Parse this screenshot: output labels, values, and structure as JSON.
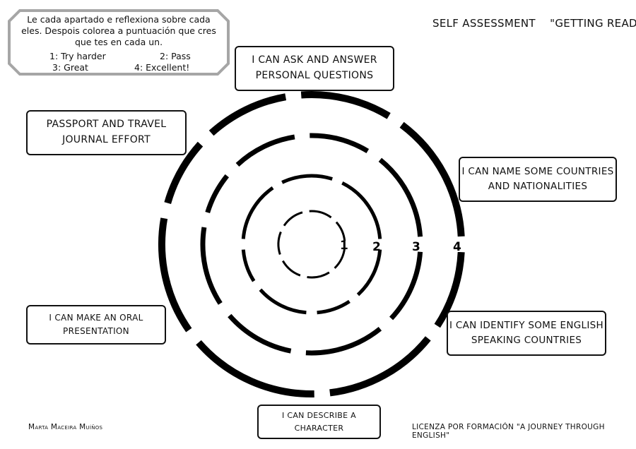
{
  "title": "SELF ASSESSMENT    \"GETTING READY\"",
  "instructions": {
    "lines": [
      "Le cada apartado e reflexiona sobre cada",
      "eles. Despois colorea a  puntuación que cres",
      "que tes en cada un."
    ],
    "scale": [
      {
        "label": "1: Try harder"
      },
      {
        "label": "2: Pass"
      },
      {
        "label": "3: Great"
      },
      {
        "label": "4: Excellent!"
      }
    ]
  },
  "categories": {
    "personal_questions": [
      "I CAN ASK AND ANSWER",
      "PERSONAL QUESTIONS"
    ],
    "passport": [
      "PASSPORT AND TRAVEL",
      "JOURNAL EFFORT"
    ],
    "countries": [
      "I CAN NAME SOME COUNTRIES",
      "AND NATIONALITIES"
    ],
    "english_speaking": [
      "I CAN IDENTIFY SOME ENGLISH",
      "SPEAKING COUNTRIES"
    ],
    "presentation": [
      "I CAN MAKE AN ORAL",
      "PRESENTATION"
    ],
    "character": [
      "I CAN DESCRIBE A",
      "CHARACTER"
    ]
  },
  "rings": [
    "1",
    "2",
    "3",
    "4"
  ],
  "footer": {
    "author": "Marta Maceira Muíños",
    "license": "LICENZA POR FORMACIÓN \"A JOURNEY THROUGH ENGLISH\""
  }
}
